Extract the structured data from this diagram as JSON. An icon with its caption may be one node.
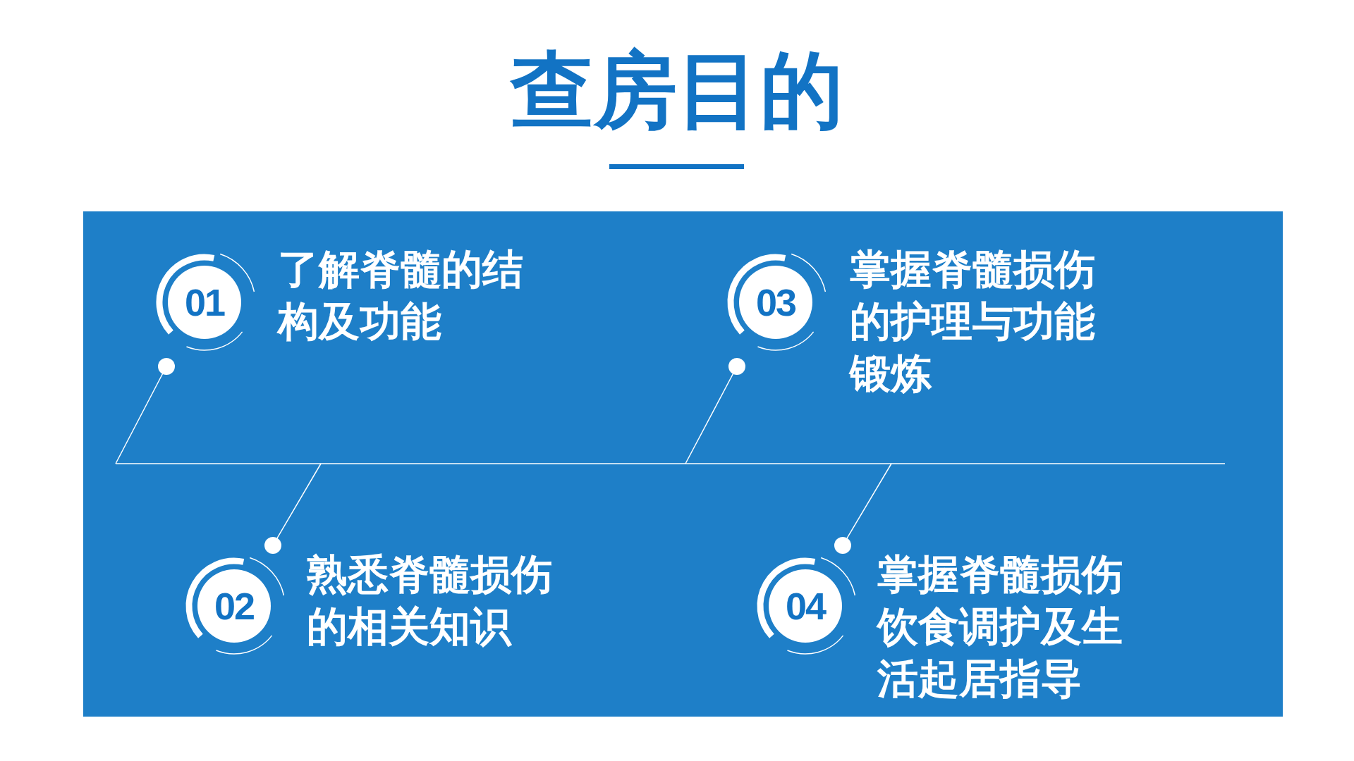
{
  "diagram": {
    "title": "查房目的",
    "nodes": [
      {
        "text": [],
        "shape": "box"
      },
      {
        "text": [
          "01"
        ],
        "beside": [
          "了解脊髓的结构及功能"
        ],
        "in": 0
      },
      {
        "text": [
          "02"
        ],
        "beside": [
          "熟悉脊髓损伤的相关知识"
        ],
        "in": 0
      },
      {
        "text": [
          "03"
        ],
        "beside": [
          "掌握脊髓损伤的护理与功能锻炼"
        ],
        "in": 0
      },
      {
        "text": [
          "04"
        ],
        "beside": [
          "掌握脊髓损伤饮食调护及生活起居指导"
        ],
        "in": 0
      }
    ]
  }
}
